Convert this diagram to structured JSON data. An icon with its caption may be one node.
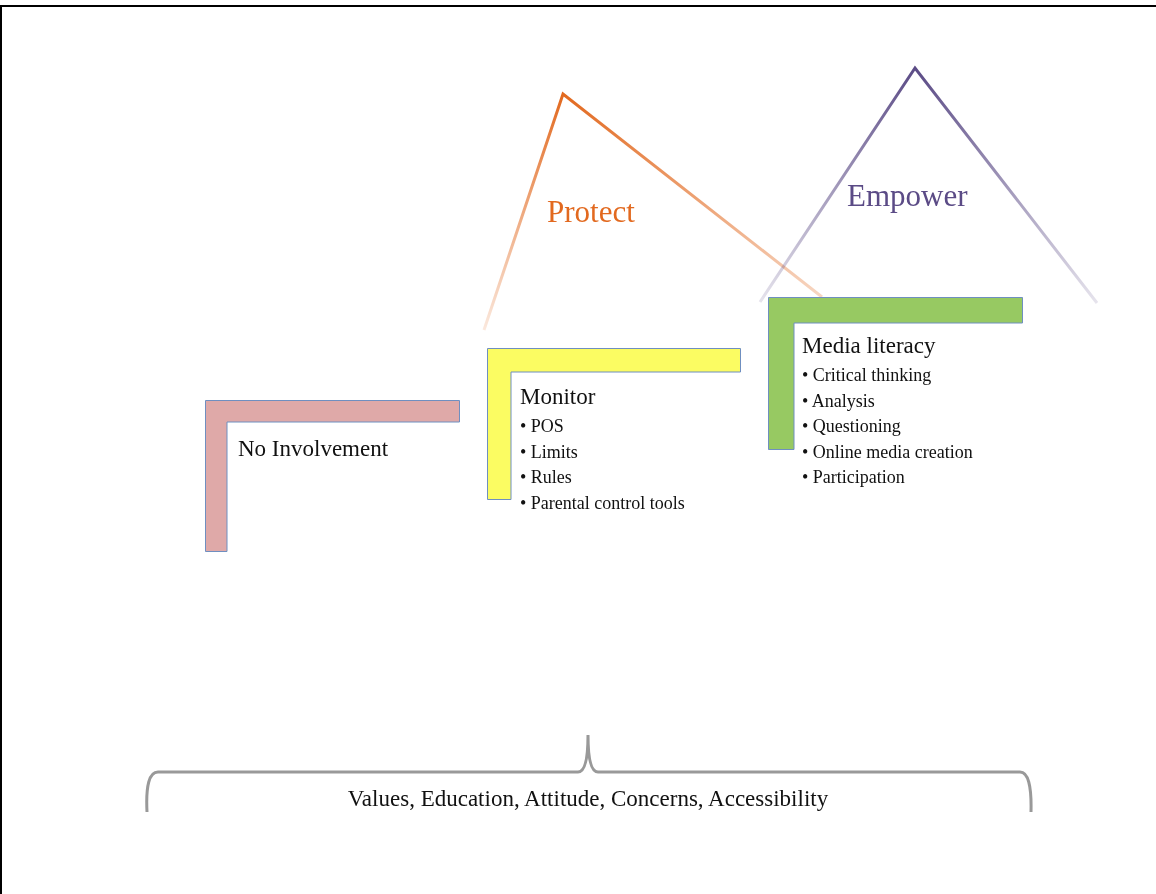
{
  "diagram": {
    "nodes": [
      {
        "text": [
          "No Involvement"
        ]
      },
      {
        "text": [
          "Protect"
        ]
      },
      {
        "text": [
          "Empower"
        ]
      },
      {
        "text": [
          "Monitor",
          "• POS",
          "• Limits",
          "• Rules",
          "• Parental control tools"
        ]
      },
      {
        "text": [
          "Media literacy",
          "• Critical thinking",
          "• Analysis",
          "• Questioning",
          "• Online media creation",
          "• Participation"
        ]
      }
    ],
    "edges": [],
    "labels": [
      "Values, Education, Attitude, Concerns, Accessibility"
    ]
  }
}
